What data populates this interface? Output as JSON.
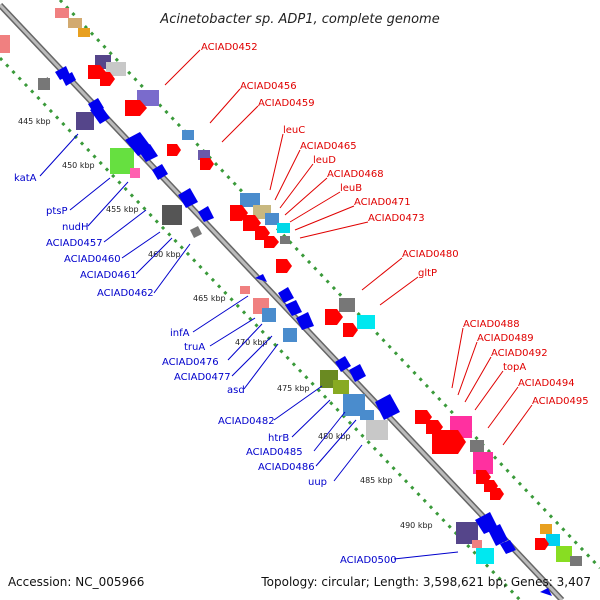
{
  "title": "Acinetobacter sp. ADP1, complete genome",
  "footer": {
    "accession": "Accession: NC_005966",
    "topology": "Topology: circular; Length: 3,598,621 bp; Genes: 3,407"
  },
  "colors": {
    "forward_labels": "#e00000",
    "reverse_labels": "#0000cc",
    "backbone": "#999999",
    "tick_dots": "#3a9a3a"
  },
  "ticks": [
    "445 kbp",
    "450 kbp",
    "455 kbp",
    "460 kbp",
    "465 kbp",
    "470 kbp",
    "475 kbp",
    "480 kbp",
    "485 kbp",
    "490 kbp"
  ],
  "labels_forward": [
    "ACIAD0452",
    "ACIAD0456",
    "ACIAD0459",
    "leuC",
    "ACIAD0465",
    "leuD",
    "ACIAD0468",
    "leuB",
    "ACIAD0471",
    "ACIAD0473",
    "ACIAD0480",
    "gltP",
    "ACIAD0488",
    "ACIAD0489",
    "ACIAD0492",
    "topA",
    "ACIAD0494",
    "ACIAD0495"
  ],
  "labels_reverse": [
    "katA",
    "ptsP",
    "nudH",
    "ACIAD0457",
    "ACIAD0460",
    "ACIAD0461",
    "ACIAD0462",
    "infA",
    "truA",
    "ACIAD0476",
    "ACIAD0477",
    "asd",
    "ACIAD0482",
    "htrB",
    "ACIAD0485",
    "ACIAD0486",
    "uup",
    "ACIAD0500"
  ]
}
